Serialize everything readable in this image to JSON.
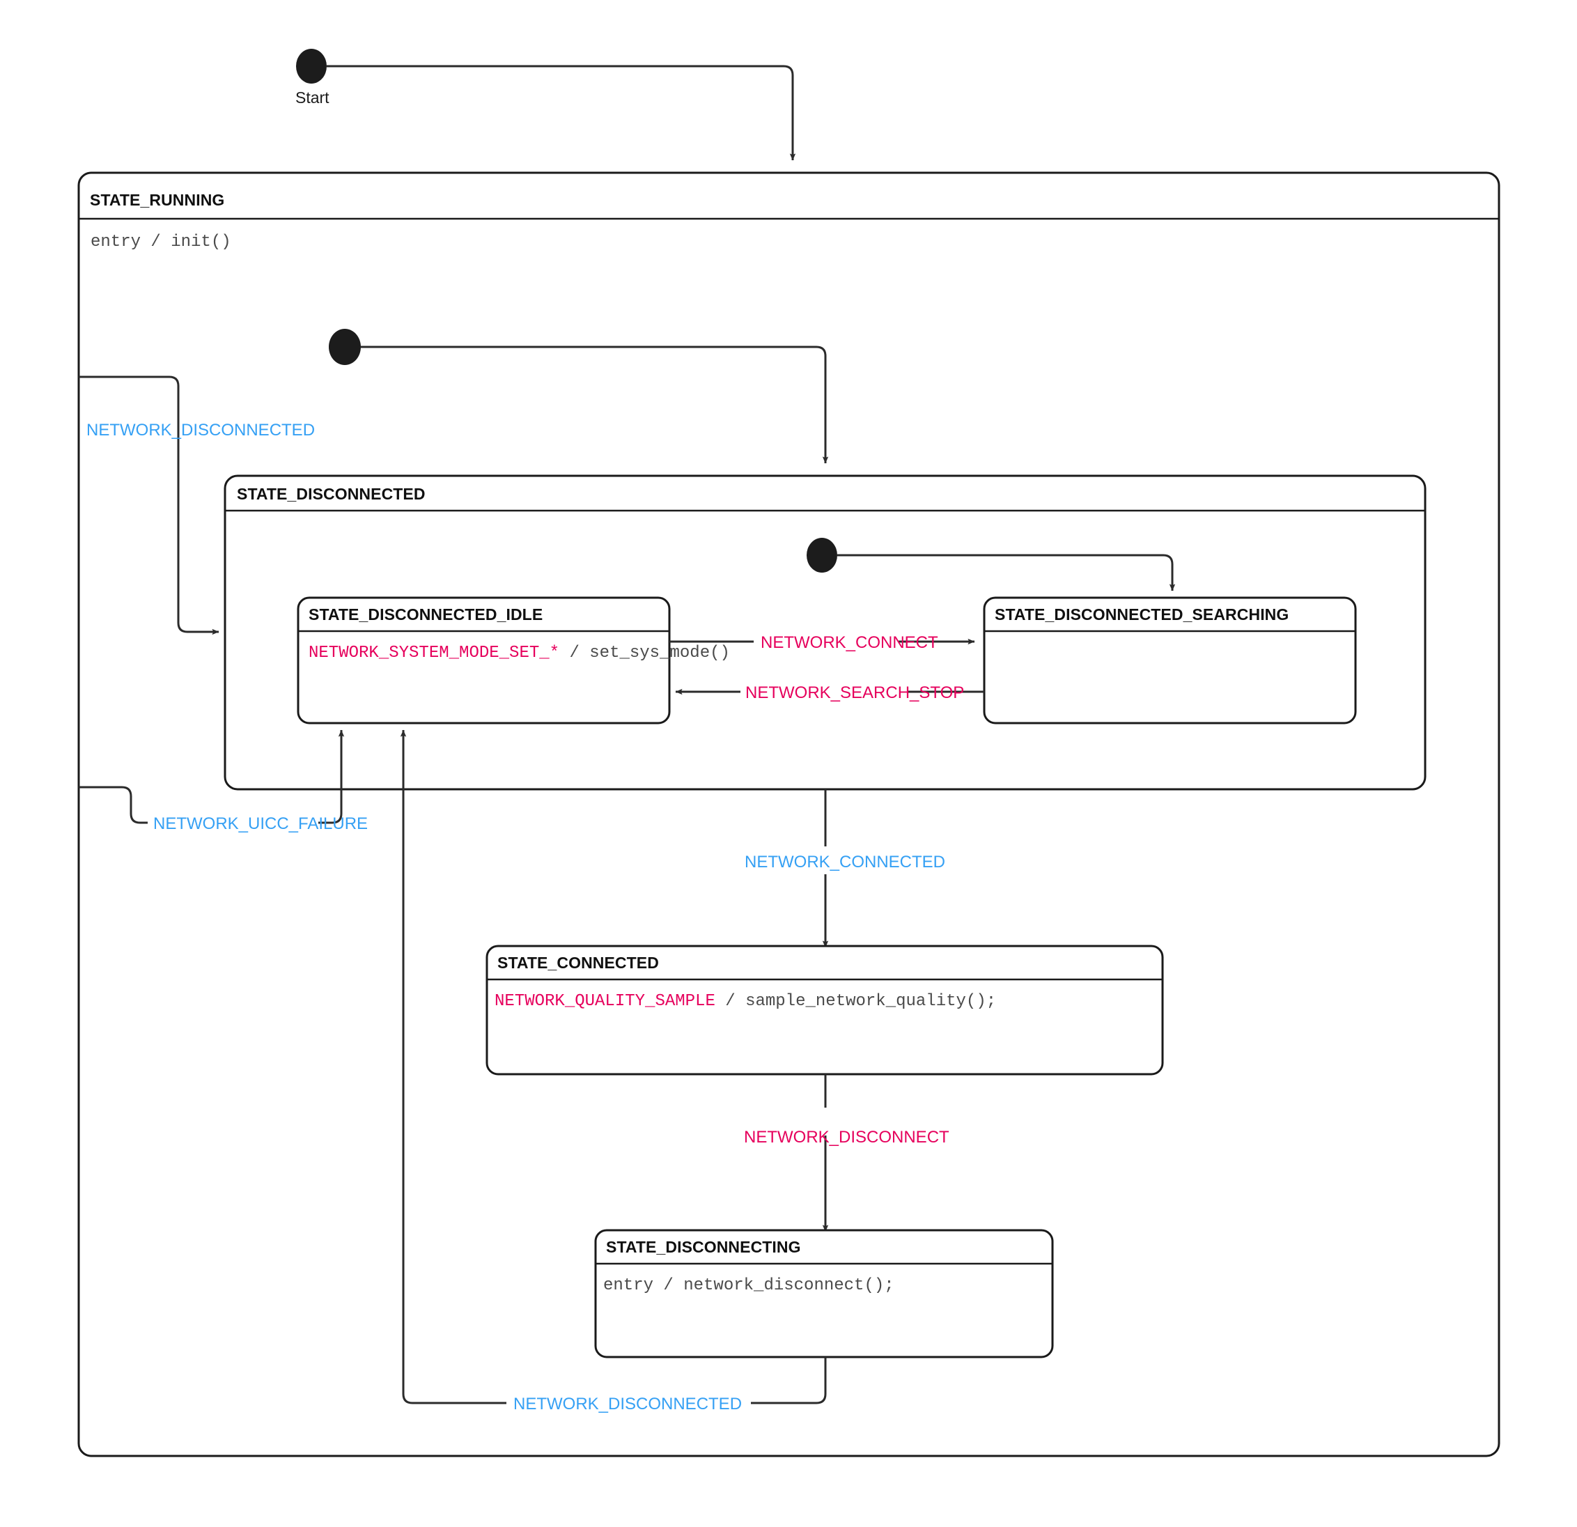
{
  "diagram": {
    "type": "uml-state-machine",
    "title": "Network state machine",
    "colors": {
      "event_blue": "#35a0f4",
      "event_pink": "#e6005c",
      "line": "#2b2b2b",
      "box_stroke": "#1a1a1a",
      "background": "#ffffff",
      "action_text": "#4a4a4a"
    },
    "start": {
      "label": "Start",
      "name": "initial-pseudostate"
    },
    "states": [
      {
        "id": "state-running",
        "title": "STATE_RUNNING",
        "body_event": "",
        "body_action": "entry / init()",
        "kind": "composite"
      },
      {
        "id": "state-disconnected",
        "title": "STATE_DISCONNECTED",
        "body_event": "",
        "body_action": "",
        "kind": "composite"
      },
      {
        "id": "state-disconnected-idle",
        "title": "STATE_DISCONNECTED_IDLE",
        "body_event": "NETWORK_SYSTEM_MODE_SET_*",
        "body_action": " / set_sys_mode()",
        "kind": "simple"
      },
      {
        "id": "state-disconnected-searching",
        "title": "STATE_DISCONNECTED_SEARCHING",
        "body_event": "",
        "body_action": "",
        "kind": "simple"
      },
      {
        "id": "state-connected",
        "title": "STATE_CONNECTED",
        "body_event": "NETWORK_QUALITY_SAMPLE",
        "body_action": " / sample_network_quality();",
        "kind": "simple"
      },
      {
        "id": "state-disconnecting",
        "title": "STATE_DISCONNECTING",
        "body_event": "",
        "body_action": "entry / network_disconnect();",
        "kind": "simple"
      }
    ],
    "transitions": [
      {
        "id": "t-running-disconnected-left",
        "label": "NETWORK_DISCONNECTED",
        "color": "blue",
        "from": "STATE_RUNNING",
        "to": "STATE_DISCONNECTED_IDLE"
      },
      {
        "id": "t-uicc-failure",
        "label": "NETWORK_UICC_FAILURE",
        "color": "blue",
        "from": "STATE_RUNNING",
        "to": "STATE_DISCONNECTED_IDLE"
      },
      {
        "id": "t-network-connect",
        "label": "NETWORK_CONNECT",
        "color": "pink",
        "from": "STATE_DISCONNECTED_IDLE",
        "to": "STATE_DISCONNECTED_SEARCHING"
      },
      {
        "id": "t-network-search-stop",
        "label": "NETWORK_SEARCH_STOP",
        "color": "pink",
        "from": "STATE_DISCONNECTED_SEARCHING",
        "to": "STATE_DISCONNECTED_IDLE"
      },
      {
        "id": "t-network-connected",
        "label": "NETWORK_CONNECTED",
        "color": "blue",
        "from": "STATE_DISCONNECTED",
        "to": "STATE_CONNECTED"
      },
      {
        "id": "t-network-disconnect",
        "label": "NETWORK_DISCONNECT",
        "color": "pink",
        "from": "STATE_CONNECTED",
        "to": "STATE_DISCONNECTING"
      },
      {
        "id": "t-network-disconnected-bottom",
        "label": "NETWORK_DISCONNECTED",
        "color": "blue",
        "from": "STATE_DISCONNECTING",
        "to": "STATE_DISCONNECTED_IDLE"
      }
    ]
  }
}
